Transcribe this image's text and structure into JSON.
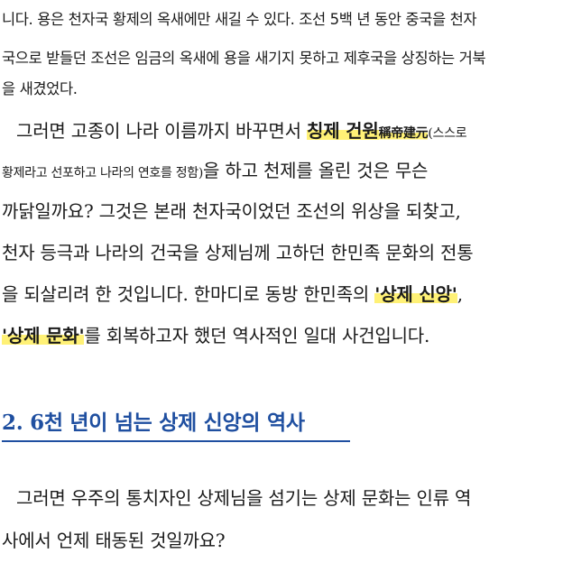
{
  "p1": {
    "line1": "니다. 용은 천자국 황제의 옥새에만 새길 수 있다. 조선 5백 년 동안 중국을 천자",
    "line2": "국으로 받들던 조선은 임금의 옥새에 용을 새기지 못하고 제후국을 상징하는 거북",
    "line3": "을 새겼었다."
  },
  "p2": {
    "l1_a": "그러면 고종이 나라 이름까지 바꾸면서 ",
    "l1_hl": "칭제 건원",
    "l1_hanja": "稱帝建元",
    "l1_b": "(스스로",
    "l2_small": "황제라고 선포하고 나라의 연호를 정함)",
    "l2_b": "을 하고 천제를 올린 것은 무슨",
    "l3": "까닭일까요? 그것은 본래 천자국이었던 조선의 위상을 되찾고,",
    "l4": "천자 등극과 나라의 건국을 상제님께 고하던 한민족 문화의 전통",
    "l5_a": "을 되살리려 한 것입니다. 한마디로 동방 한민족의 ",
    "l5_hl": "'상제 신앙'",
    "l5_b": ",",
    "l6_hl": "'상제 문화'",
    "l6_b": "를 회복하고자 했던 역사적인 일대 사건입니다."
  },
  "heading": "2. 6천 년이 넘는 상제 신앙의 역사",
  "p3": {
    "l1": "그러면 우주의 통치자인 상제님을 섬기는 상제 문화는 인류 역",
    "l2": "사에서 언제 태동된 것일까요?"
  }
}
